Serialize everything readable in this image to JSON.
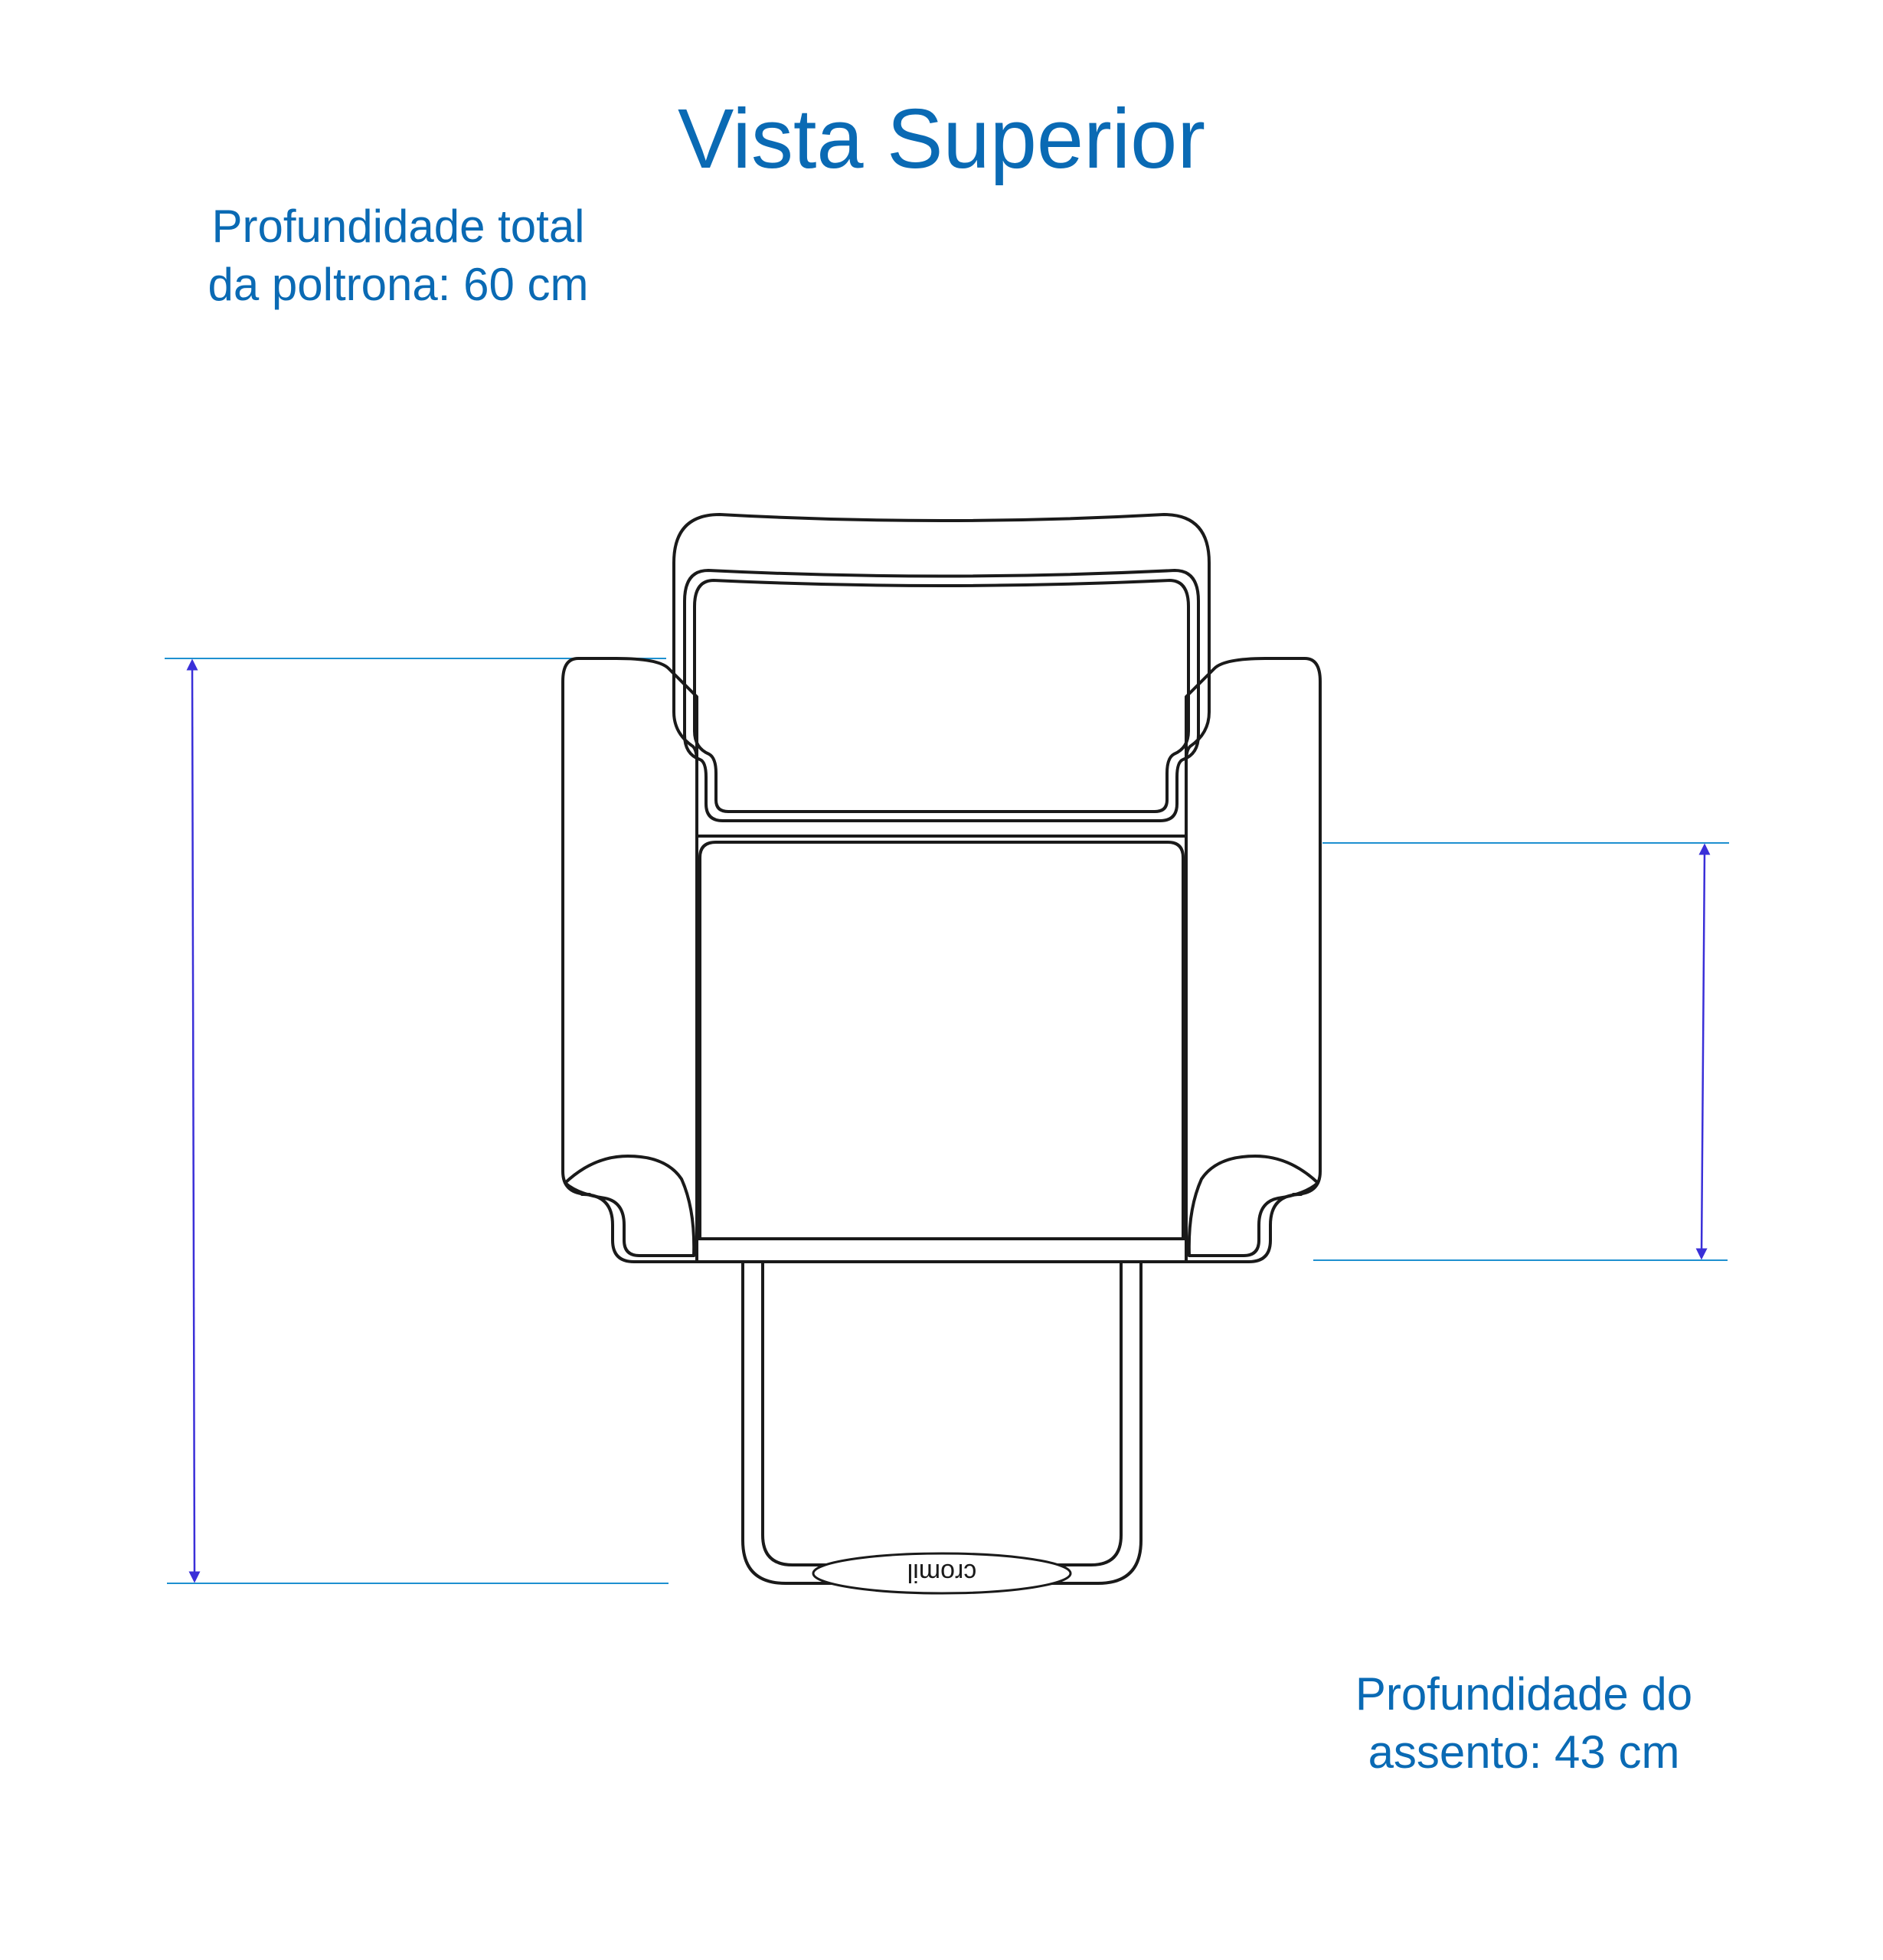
{
  "title": "Vista Superior",
  "labels": {
    "total_depth": {
      "line1": "Profundidade total",
      "line2": "da poltrona: 60 cm"
    },
    "seat_depth": {
      "line1": "Profundidade do",
      "line2": "assento: 43 cm"
    }
  },
  "logo_text": "cromil",
  "colors": {
    "text": "#0a6ab4",
    "dimension_line": "#1e90d0",
    "arrow": "#3a2fd8",
    "outline": "#1a1a1a"
  }
}
